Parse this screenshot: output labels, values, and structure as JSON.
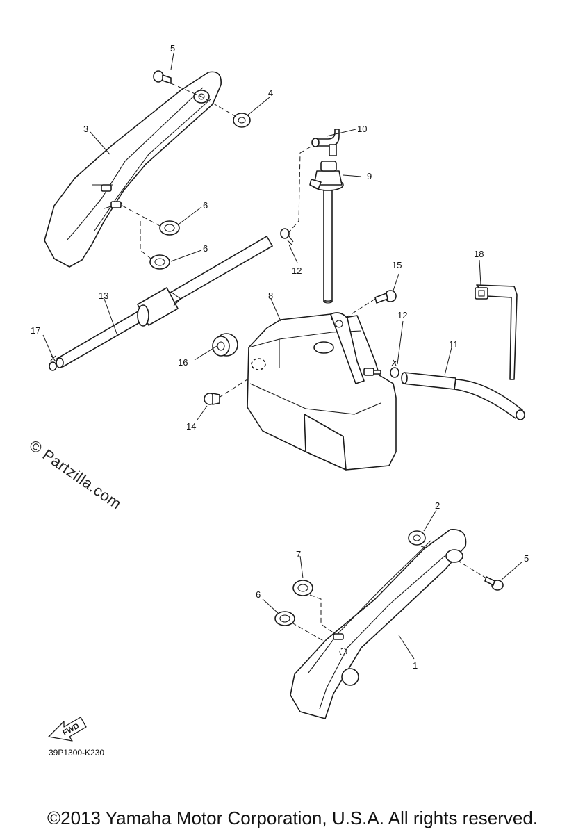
{
  "watermark": "© Partzilla.com",
  "diagram_code": "39P1300-K230",
  "fwd_label": "FWD",
  "copyright": "©2013 Yamaha Motor Corporation, U.S.A. All rights reserved.",
  "callouts": {
    "c1": "1",
    "c2": "2",
    "c3": "3",
    "c4": "4",
    "c5a": "5",
    "c5b": "5",
    "c6a": "6",
    "c6b": "6",
    "c6c": "6",
    "c7": "7",
    "c8": "8",
    "c9": "9",
    "c10": "10",
    "c11": "11",
    "c12a": "12",
    "c12b": "12",
    "c13": "13",
    "c14": "14",
    "c15": "15",
    "c16": "16",
    "c17": "17",
    "c18": "18"
  }
}
